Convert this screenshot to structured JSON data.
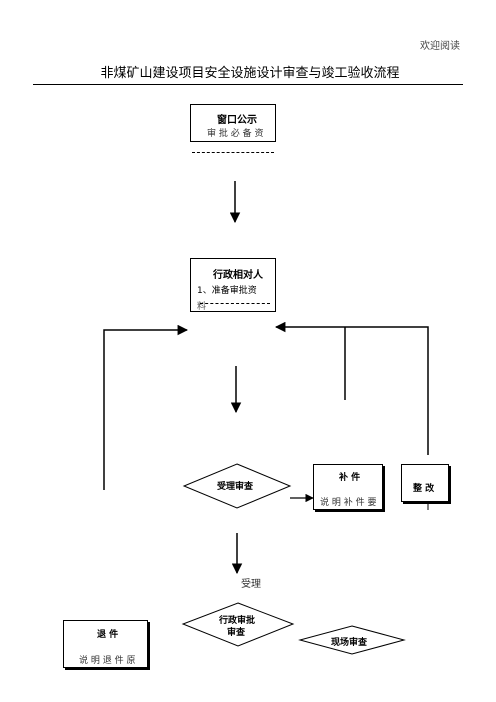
{
  "header": {
    "corner_note": "欢迎阅读",
    "title": "非煤矿山建设项目安全设施设计审查与竣工验收流程"
  },
  "nodes": {
    "window": {
      "title": "窗口公示",
      "text": "审 批 必 备 资"
    },
    "applicant": {
      "title": "行政相对人",
      "text": "1、准备审批资",
      "text2": "料"
    },
    "acceptance_review": {
      "title": "受理审查"
    },
    "supplement": {
      "title": "补  件",
      "text": "说 明 补 件 要"
    },
    "rectify": {
      "title": "整  改"
    },
    "accept_label": "受理",
    "admin_approval": {
      "title": "行政审批",
      "title2": "审查"
    },
    "return_docs": {
      "title": "退  件",
      "text": "说 明 退 件 原"
    },
    "site_review": {
      "title": "现场审查"
    }
  }
}
